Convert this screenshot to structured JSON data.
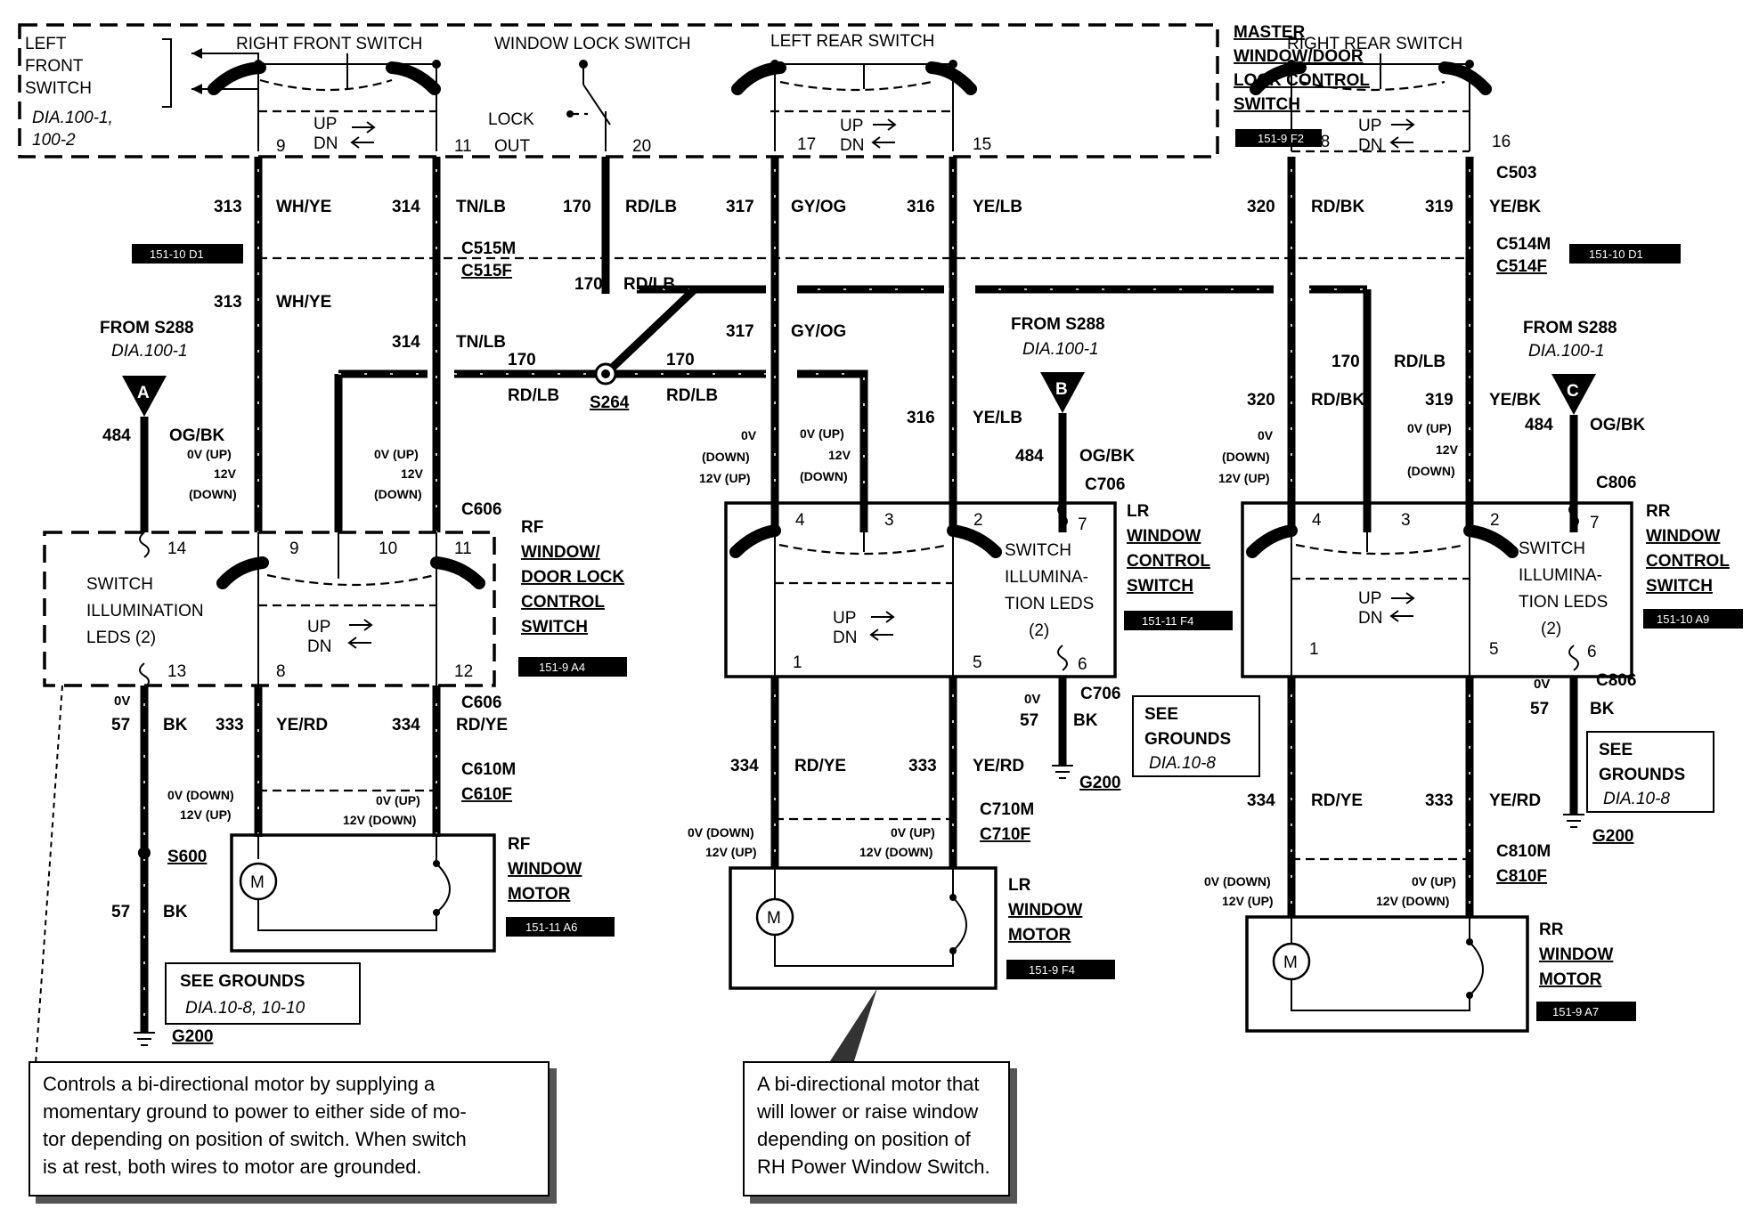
{
  "master": {
    "left_front_switch": [
      "LEFT",
      "FRONT",
      "SWITCH"
    ],
    "left_front_ref": [
      "DIA.100-1,",
      "100-2"
    ],
    "right_front_switch": "RIGHT FRONT SWITCH",
    "window_lock_switch": "WINDOW LOCK SWITCH",
    "left_rear_switch": "LEFT REAR SWITCH",
    "right_rear_switch": "RIGHT REAR SWITCH",
    "title": [
      "MASTER",
      "WINDOW/DOOR",
      "LOCK CONTROL",
      "SWITCH"
    ],
    "ref": "151-9 F2",
    "lock": "LOCK",
    "out": "OUT",
    "up": "UP",
    "dn": "DN",
    "pins": {
      "p9": "9",
      "p11": "11",
      "p20": "20",
      "p17": "17",
      "p15": "15",
      "p18": "18",
      "p16": "16"
    }
  },
  "wires_top": {
    "w313": "313",
    "w313c": "WH/YE",
    "w314": "314",
    "w314c": "TN/LB",
    "w170": "170",
    "w170c": "RD/LB",
    "w317": "317",
    "w317c": "GY/OG",
    "w316": "316",
    "w316c": "YE/LB",
    "w320": "320",
    "w320c": "RD/BK",
    "w319": "319",
    "w319c": "YE/BK"
  },
  "connectors": {
    "c503": "C503",
    "c514m": "C514M",
    "c514f": "C514F",
    "ref_right": "151-10 D1",
    "c515m": "C515M",
    "c515f": "C515F",
    "ref_left": "151-10 D1",
    "s264": "S264",
    "c606": "C606",
    "c706": "C706",
    "c806": "C806",
    "c610m": "C610M",
    "c610f": "C610F",
    "c710m": "C710M",
    "c710f": "C710F",
    "c810m": "C810M",
    "c810f": "C810F"
  },
  "from_s288": {
    "label": "FROM S288",
    "ref": "DIA.100-1",
    "a": "A",
    "b": "B",
    "c": "C",
    "w484": "484",
    "w484c": "OG/BK"
  },
  "voltages": {
    "v0up": "0V (UP)",
    "v12": "12V",
    "vdown": "(DOWN)",
    "v0": "0V",
    "vdown2": "(DOWN)",
    "v12up": "12V (UP)",
    "v0down": "0V (DOWN)",
    "v12up2": "12V (UP)",
    "v0up2": "0V (UP)",
    "v12down": "12V (DOWN)"
  },
  "rf_switch": {
    "title": [
      "RF",
      "WINDOW/",
      "DOOR LOCK",
      "CONTROL",
      "SWITCH"
    ],
    "ref": "151-9 A4",
    "leds": [
      "SWITCH",
      "ILLUMINATION",
      "LEDS (2)"
    ],
    "pins": {
      "p14": "14",
      "p9": "9",
      "p10": "10",
      "p11": "11",
      "p13": "13",
      "p8": "8",
      "p12": "12"
    }
  },
  "lr_switch": {
    "title": [
      "LR",
      "WINDOW",
      "CONTROL",
      "SWITCH"
    ],
    "ref": "151-11 F4",
    "leds": [
      "SWITCH",
      "ILLUMINA-",
      "TION LEDS",
      "(2)"
    ],
    "pins": {
      "p4": "4",
      "p3": "3",
      "p2": "2",
      "p7": "7",
      "p1": "1",
      "p5": "5",
      "p6": "6"
    }
  },
  "rr_switch": {
    "title": [
      "RR",
      "WINDOW",
      "CONTROL",
      "SWITCH"
    ],
    "ref": "151-10 A9",
    "leds": [
      "SWITCH",
      "ILLUMINA-",
      "TION LEDS",
      "(2)"
    ],
    "pins": {
      "p4": "4",
      "p3": "3",
      "p2": "2",
      "p7": "7",
      "p1": "1",
      "p5": "5",
      "p6": "6"
    }
  },
  "wires_bottom": {
    "w57": "57",
    "bk": "BK",
    "w333": "333",
    "w333c": "YE/RD",
    "w334": "334",
    "w334c": "RD/YE",
    "s600": "S600",
    "g200": "G200"
  },
  "motors": {
    "m": "M",
    "rf": [
      "RF",
      "WINDOW",
      "MOTOR"
    ],
    "rf_ref": "151-11 A6",
    "lr": [
      "LR",
      "WINDOW",
      "MOTOR"
    ],
    "lr_ref": "151-9 F4",
    "rr": [
      "RR",
      "WINDOW",
      "MOTOR"
    ],
    "rr_ref": "151-9 A7"
  },
  "grounds": {
    "see": "SEE GROUNDS",
    "see_split": [
      "SEE",
      "GROUNDS"
    ],
    "ref_left": "DIA.10-8, 10-10",
    "ref": "DIA.10-8"
  },
  "notes": {
    "switch": [
      "Controls a bi-directional motor by supplying a",
      "momentary ground to power to either side of mo-",
      "tor depending on position of switch.  When switch",
      "is at rest, both wires to motor are grounded."
    ],
    "motor": [
      "A bi-directional motor that",
      "will lower or raise window",
      "depending on position of",
      "RH Power Window Switch."
    ]
  }
}
